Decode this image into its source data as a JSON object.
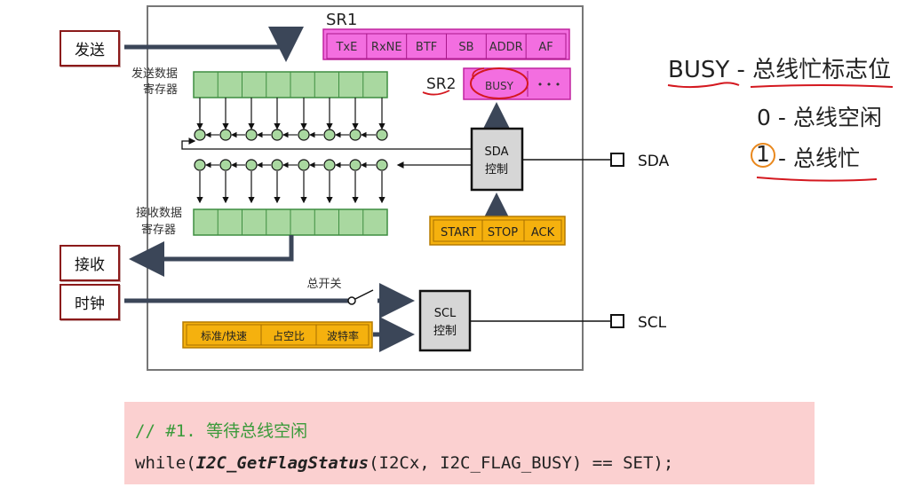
{
  "diagram": {
    "sr1": {
      "label": "SR1",
      "bits": [
        "TxE",
        "RxNE",
        "BTF",
        "SB",
        "ADDR",
        "AF"
      ]
    },
    "sr2": {
      "label": "SR2",
      "bits": [
        "BUSY",
        "• • •"
      ]
    },
    "left_boxes": {
      "send": "发送",
      "receive": "接收",
      "clock": "时钟"
    },
    "tx_register": {
      "line1": "发送数据",
      "line2": "寄存器"
    },
    "rx_register": {
      "line1": "接收数据",
      "line2": "寄存器"
    },
    "sda_control": {
      "line1": "SDA",
      "line2": "控制"
    },
    "scl_control": {
      "line1": "SCL",
      "line2": "控制"
    },
    "condition_bits": [
      "START",
      "STOP",
      "ACK"
    ],
    "clock_config": [
      "标准/快速",
      "占空比",
      "波特率"
    ],
    "master_switch": "总开关",
    "pins": {
      "sda": "SDA",
      "scl": "SCL"
    }
  },
  "legend": {
    "title": "BUSY - 总线忙标志位",
    "zero": "0 - 总线空闲",
    "one_digit": "1",
    "one_text": "- 总线忙"
  },
  "code": {
    "comment": "// #1. 等待总线空闲",
    "line_prefix": "while(",
    "function": "I2C_GetFlagStatus",
    "line_suffix": "(I2Cx, I2C_FLAG_BUSY) == SET);"
  },
  "colors": {
    "register_pink": "#f36ee0",
    "register_border": "#c0249f",
    "shift_green": "#a9d8a0",
    "config_orange": "#f5b10e",
    "control_gray": "#d6d6d6",
    "side_box_border": "#8b1a1a",
    "bus_line": "#3b4658",
    "annotation_red": "#d4181f",
    "code_bg": "#fbd0d0",
    "comment_green": "#3a9a3a"
  }
}
